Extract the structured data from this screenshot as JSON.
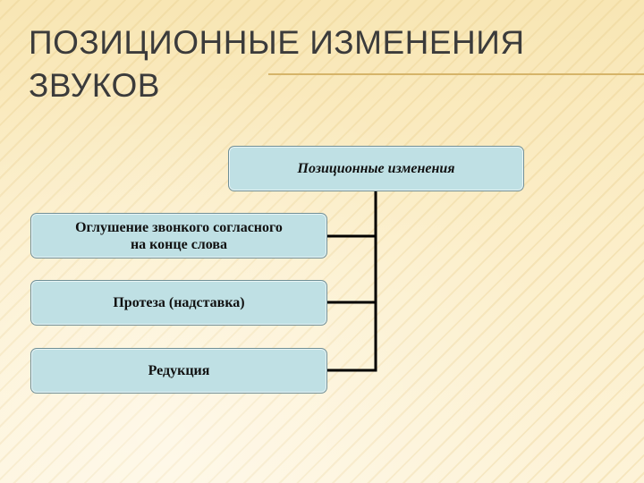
{
  "slide": {
    "title": "ПОЗИЦИОННЫЕ ИЗМЕНЕНИЯ ЗВУКОВ"
  },
  "diagram": {
    "root": {
      "label": "Позиционные изменения"
    },
    "children": [
      {
        "label_line1": "Оглушение звонкого согласного",
        "label_line2": "на конце слова"
      },
      {
        "label_line1": "Протеза (надставка)"
      },
      {
        "label_line1": "Редукция"
      }
    ]
  },
  "colors": {
    "background": "#fbeec5",
    "title_text": "#3b3b3b",
    "title_rule": "#d6b469",
    "node_fill": "#bfe0e4",
    "node_border": "#6f8f96",
    "connector": "#000000"
  }
}
